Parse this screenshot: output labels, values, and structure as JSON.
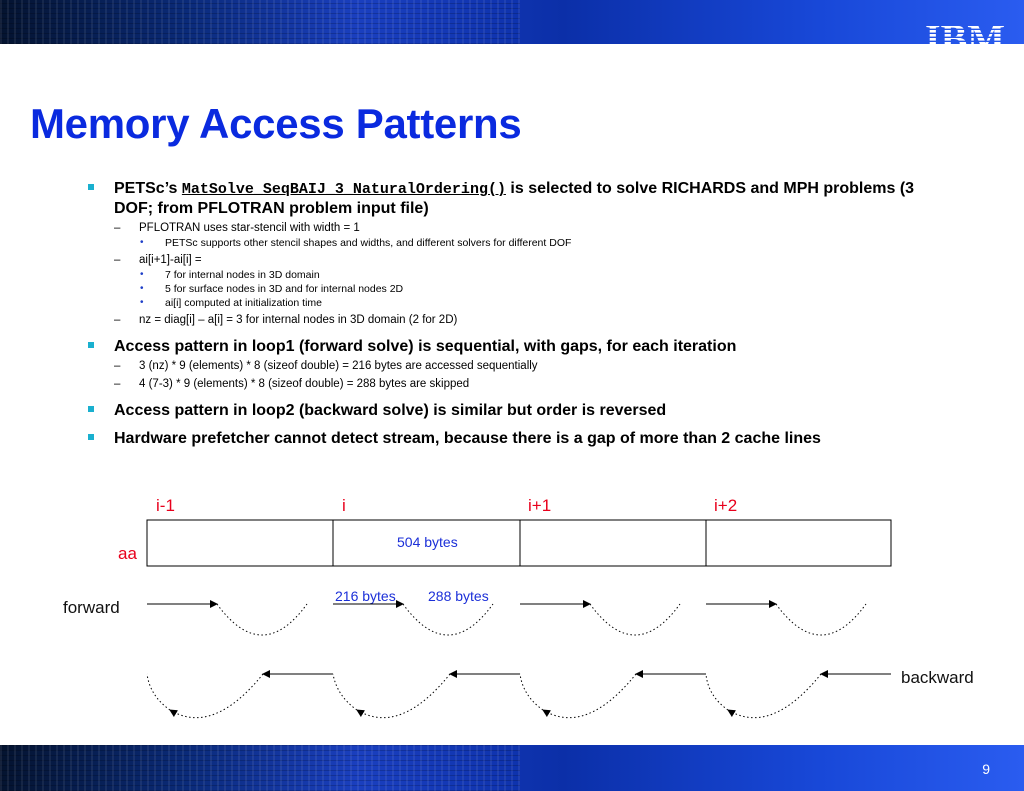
{
  "header": {
    "logo_text": "IBM"
  },
  "title": "Memory Access Patterns",
  "bullets": [
    {
      "prefix": "PETSc’s ",
      "code": "MatSolve_SeqBAIJ_3_NaturalOrdering()",
      "suffix": " is selected to solve RICHARDS and MPH problems (3 DOF; from PFLOTRAN problem input file)",
      "children": [
        {
          "text": "PFLOTRAN uses star-stencil with width = 1",
          "children": [
            "PETSc supports other stencil shapes and widths, and different solvers for different DOF"
          ]
        },
        {
          "text": "ai[i+1]-ai[i] =",
          "children": [
            "7 for internal nodes in 3D domain",
            "5 for surface nodes in 3D and for internal nodes 2D",
            "ai[i] computed at initialization time"
          ]
        },
        {
          "text": "nz = diag[i] – a[i] = 3 for internal nodes in 3D domain (2 for 2D)",
          "children": []
        }
      ]
    },
    {
      "text": "Access pattern in loop1 (forward solve) is sequential, with gaps, for each iteration",
      "children": [
        {
          "text": "3 (nz) * 9 (elements) * 8 (sizeof double) = 216 bytes are accessed sequentially",
          "children": []
        },
        {
          "text": "4 (7-3) * 9 (elements) * 8 (sizeof double) = 288 bytes are skipped",
          "children": []
        }
      ]
    },
    {
      "text": "Access pattern in loop2 (backward solve) is similar but order is reversed",
      "children": []
    },
    {
      "text": "Hardware prefetcher cannot detect stream, because there is a gap of more than 2 cache lines",
      "children": []
    }
  ],
  "diagram": {
    "index_labels": [
      "i-1",
      "i",
      "i+1",
      "i+2"
    ],
    "array_label": "aa",
    "block_size_label": "504 bytes",
    "accessed_label": "216 bytes",
    "skipped_label": "288 bytes",
    "forward_label": "forward",
    "backward_label": "backward"
  },
  "footer": {
    "page_number": "9"
  },
  "colors": {
    "title": "#0a2adf",
    "bullet": "#1ab0cf",
    "index_labels": "#e8001c",
    "byte_labels": "#1b2fd8"
  }
}
